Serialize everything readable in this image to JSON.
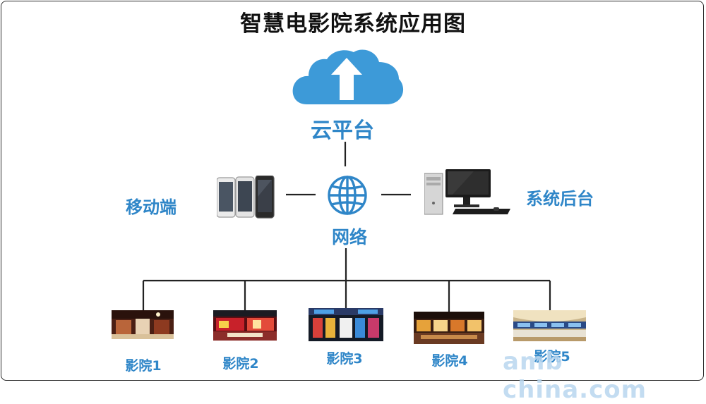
{
  "title": "智慧电影院系统应用图",
  "nodes": {
    "cloud": "云平台",
    "network": "网络",
    "mobile": "移动端",
    "backend": "系统后台"
  },
  "cinemas": [
    "影院1",
    "影院2",
    "影院3",
    "影院4",
    "影院5"
  ],
  "watermark": "amb china.com",
  "colors": {
    "accent": "#2f86c8",
    "cloud": "#3d9ad8",
    "line": "#222222"
  },
  "icons": [
    "cloud-upload-icon",
    "globe-icon",
    "smartphone-icon",
    "desktop-computer-icon"
  ]
}
